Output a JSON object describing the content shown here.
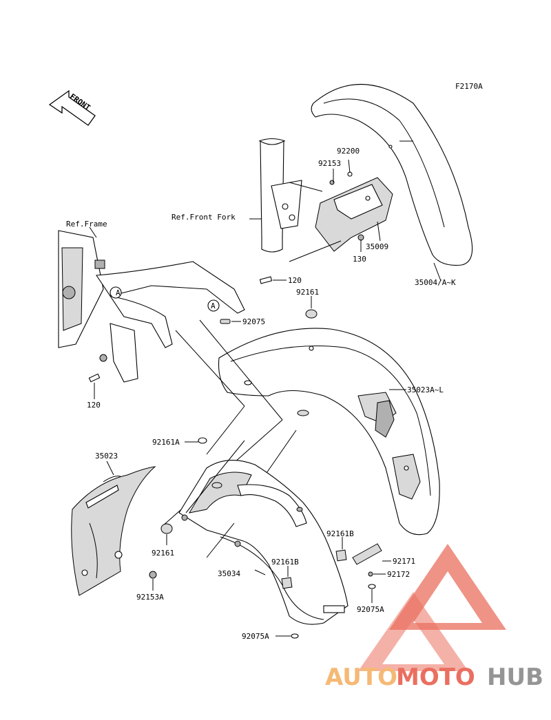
{
  "figure_code": "F2170A",
  "front_arrow": "FRONT",
  "refs": {
    "frame": "Ref.Frame",
    "front_fork": "Ref.Front Fork"
  },
  "callout_a": "A",
  "part_numbers": {
    "p92200": "92200",
    "p92153": "92153",
    "p35009": "35009",
    "p130": "130",
    "p35004": "35004/A~K",
    "p120_top": "120",
    "p92161_top": "92161",
    "p92075": "92075",
    "p35023AL": "35023A~L",
    "p120_bottom": "120",
    "p92161A": "92161A",
    "p35023": "35023",
    "p92161_bottom": "92161",
    "p92161B_right": "92161B",
    "p92171": "92171",
    "p92172": "92172",
    "p35034": "35034",
    "p92161B_mid": "92161B",
    "p92075A_right": "92075A",
    "p92153A": "92153A",
    "p92075A_bottom": "92075A"
  },
  "watermark": {
    "part1": "AUTO",
    "part2": "MOTO",
    "part3": "HUB",
    "color_orange": "#f5b267",
    "color_red": "#e8604f",
    "color_gray": "#8a8a8a"
  }
}
